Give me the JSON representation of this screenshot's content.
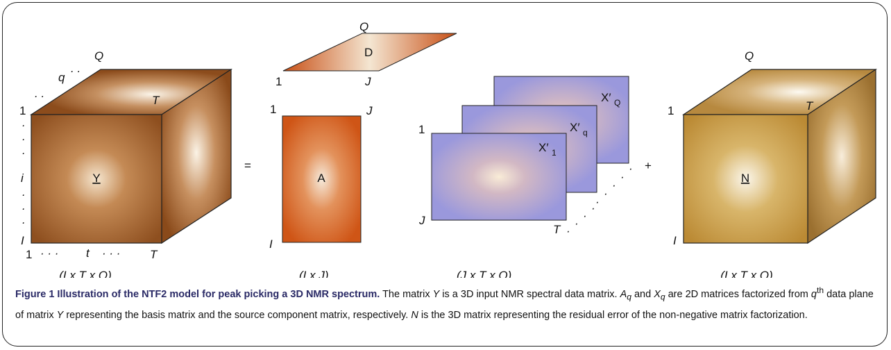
{
  "diagram": {
    "equals_sign": "=",
    "plus_sign": "+",
    "tensor_y": {
      "label": "Y",
      "top_q": "Q",
      "top_qlow": "q",
      "top_t": "T",
      "corner_1": "1",
      "side_i": "i",
      "side_I": "I",
      "bottom_1": "1",
      "bottom_t": "t",
      "bottom_T": "T",
      "dim_label": "(I x T x Q)"
    },
    "matrix_d": {
      "label": "D",
      "q_label": "Q",
      "one_label": "1",
      "j_label": "J"
    },
    "matrix_a": {
      "label": "A",
      "one_label": "1",
      "j_label": "J",
      "i_label": "I",
      "dim_label": "(I x J)"
    },
    "stack_x": {
      "x1_label": "X′",
      "x1_sub": "1",
      "xq_label": "X′",
      "xq_sub": "q",
      "xQ_label": "X′",
      "xQ_sub": "Q",
      "one_label": "1",
      "j_label": "J",
      "t_label": "T",
      "dim_label": "(J x T x Q)"
    },
    "tensor_n": {
      "label": "N",
      "q_label": "Q",
      "t_label": "T",
      "one_label": "1",
      "i_label": "I",
      "dim_label": "(I x T x Q)"
    }
  },
  "caption": {
    "title": "Figure 1 Illustration of the NTF2 model for peak picking a 3D NMR spectrum.",
    "s1": " The matrix ",
    "Y1": "Y",
    "s2": " is a 3D input NMR spectral data matrix. ",
    "A": "A",
    "q_sub": "q",
    "s3": " and ",
    "X": "X",
    "q_sub2": "q",
    "s4": " are 2D matrices factorized from ",
    "q": "q",
    "th": "th",
    "s5": " data plane of matrix ",
    "Y2": "Y",
    "s6": " representing the basis matrix and the source component matrix, respectively. ",
    "N": "N",
    "s7": " is the 3D matrix representing the residual error of the non-negative matrix factorization."
  }
}
